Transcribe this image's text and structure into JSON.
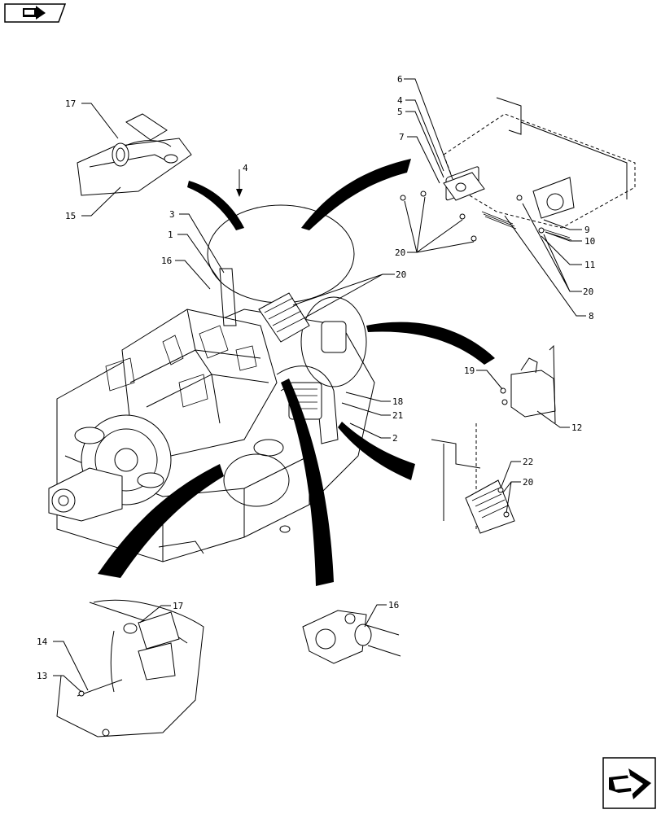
{
  "labels": {
    "l1": "1",
    "l2": "2",
    "l3": "3",
    "l4a": "4",
    "l4b": "4",
    "l5": "5",
    "l6": "6",
    "l7": "7",
    "l8": "8",
    "l9": "9",
    "l10": "10",
    "l11": "11",
    "l12": "12",
    "l13": "13",
    "l14": "14",
    "l15": "15",
    "l16a": "16",
    "l16b": "16",
    "l17a": "17",
    "l17b": "17",
    "l18": "18",
    "l19": "19",
    "l20a": "20",
    "l20b": "20",
    "l20c": "20",
    "l20d": "20",
    "l21": "21",
    "l22": "22"
  },
  "icons": {
    "top_left": "book-arrow-icon",
    "bottom_right": "next-page-arrow-icon"
  }
}
